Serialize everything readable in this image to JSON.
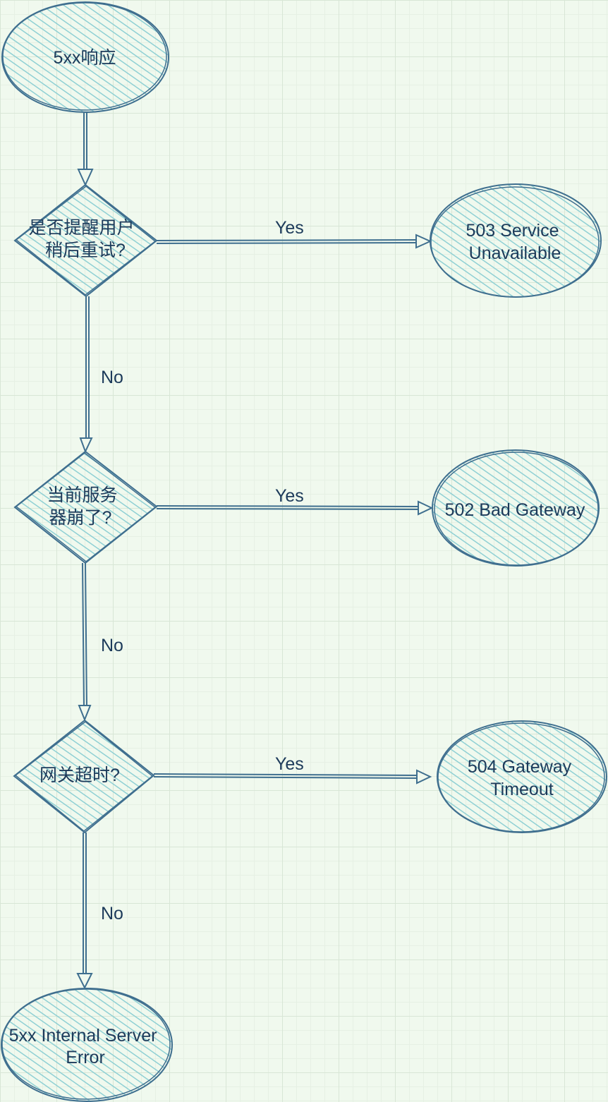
{
  "colors": {
    "background": "#f0f9ee",
    "grid": "#d8e6d6",
    "stroke": "#3f6f8f",
    "fill_hatch": "#8fd0d4",
    "text": "#1c3a5a"
  },
  "nodes": {
    "start": {
      "lines": [
        "5xx响应"
      ]
    },
    "decision_retry": {
      "lines": [
        "是否提醒用户",
        "稍后重试?"
      ]
    },
    "decision_crash": {
      "lines": [
        "当前服务",
        "器崩了?"
      ]
    },
    "decision_timeout": {
      "lines": [
        "网关超时?"
      ]
    },
    "result_503": {
      "lines": [
        "503 Service",
        "Unavailable"
      ]
    },
    "result_502": {
      "lines": [
        "502 Bad Gateway"
      ]
    },
    "result_504": {
      "lines": [
        "504 Gateway",
        "Timeout"
      ]
    },
    "result_500": {
      "lines": [
        "5xx Internal Server",
        "Error"
      ]
    }
  },
  "edges": {
    "yes_label": "Yes",
    "no_label": "No"
  }
}
